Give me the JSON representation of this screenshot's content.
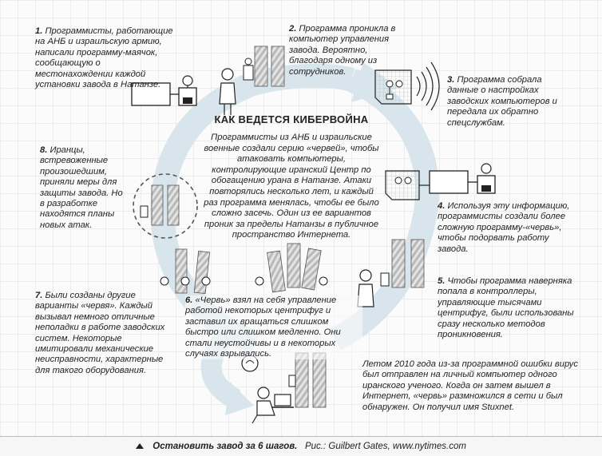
{
  "title": "КАК ВЕДЕТСЯ КИБЕРВОЙНА",
  "intro": "Программисты из АНБ и израильские военные создали серию «червей», чтобы атаковать компьютеры, контролирующие иранский Центр по обогащению урана в Натанзе. Атаки повторялись несколько лет, и каждый раз программа менялась, чтобы ее было сложно засечь. Один из ее вариантов проник за пределы Натанзы в публичное пространство Интернета.",
  "steps": [
    {
      "num": "1.",
      "text": "Программисты, работающие на АНБ и израильскую армию, написали программу-маячок, сообщающую о местонахождении каждой установки завода в Натанзе."
    },
    {
      "num": "2.",
      "text": "Программа проникла в компьютер управления завода. Вероятно, благодаря одному из сотрудников."
    },
    {
      "num": "3.",
      "text": "Программа собрала данные о настройках заводских компьютеров и передала их обратно спецслужбам."
    },
    {
      "num": "4.",
      "text": "Используя эту информацию, программисты создали более сложную программу-«червь», чтобы подорвать работу завода."
    },
    {
      "num": "5.",
      "text": "Чтобы программа наверняка попала в контроллеры, управляющие тысячами центрифуг, были использованы сразу несколько методов проникновения."
    },
    {
      "num": "6.",
      "text": "«Червь» взял на себя управление работой некоторых центрифуг и заставил их вращаться слишком быстро или слишком медленно. Они стали неустойчивы и в некоторых случаях взрывались."
    },
    {
      "num": "7.",
      "text": "Были созданы другие варианты «червя». Каждый вызывал немного отличные неполадки в работе заводских систем. Некоторые имитировали механические неисправности, характерные для такого оборудования."
    },
    {
      "num": "8.",
      "text": "Иранцы, встревоженные произошедшим, приняли меры для защиты завода. Но в разработке находятся планы новых атак."
    }
  ],
  "note": "Летом 2010 года из-за программной ошибки вирус был отправлен на личный компьютер одного иранского ученого. Когда он затем вышел в Интернет, «червь» размножился в сети и был обнаружен. Он получил имя Stuxnet.",
  "footer": {
    "caption": "Остановить завод за 6 шагов.",
    "credit": "Рис.: Guilbert Gates, www.nytimes.com"
  },
  "colors": {
    "cycle_arrow": "#d6e3ea",
    "ink": "#222222",
    "centrifuge": "#cfcfcf"
  },
  "icons": [
    "computer-icon",
    "skull-icon",
    "person-icon",
    "centrifuge-icon",
    "signal-waves-icon",
    "laptop-icon",
    "triangle-icon"
  ]
}
